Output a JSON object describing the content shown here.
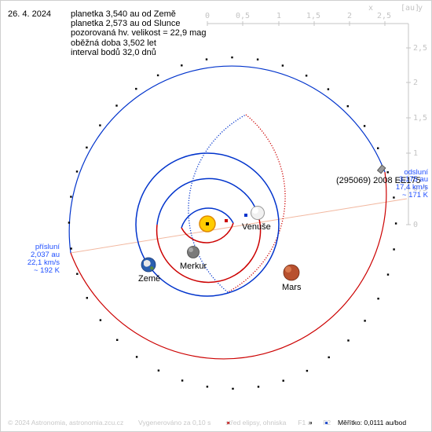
{
  "header": {
    "date": "26. 4. 2024",
    "info_lines": [
      "planetka 3,540 au od Země",
      "planetka 2,573 au od Slunce",
      "pozorovaná hv. velikost = 22,9 mag",
      "oběžná doba 3,502 let",
      "interval bodů 32,0 dnů"
    ]
  },
  "axes": {
    "x_label": "x",
    "unit_label": "[au]",
    "x_ticks": [
      "0",
      "0,5",
      "1",
      "1,5",
      "2",
      "2,5"
    ],
    "y_label": "y",
    "y_ticks": [
      "2,5",
      "2",
      "1,5",
      "1",
      "0,5",
      "0"
    ]
  },
  "bodies": {
    "sun": "",
    "mercury": "Merkur",
    "venus": "Venuše",
    "earth": "Země",
    "mars": "Mars",
    "asteroid": "(295069) 2008 EE175"
  },
  "perihelion": {
    "title": "přísluní",
    "distance": "2,037 au",
    "speed": "22,1 km/s",
    "temp": "~ 192 K"
  },
  "aphelion": {
    "title": "odsluní",
    "distance": "3,175 au",
    "speed": "17,4 km/s",
    "temp": "~ 171 K"
  },
  "footer": {
    "copyright": "© 2024 Astronomia, astronomia.zcu.cz",
    "generated": "Vygenerováno za 0,10 s",
    "legend_center": "střed elipsy, ohniska",
    "legend_f1": "F1 a",
    "legend_f2": "F2",
    "scale": "Měřítko: 0,0111 au/bod"
  },
  "colors": {
    "orbit_blue": "#0033cc",
    "orbit_red": "#cc0000",
    "axis_gray": "#c4c4c4",
    "line_salmon": "#f2b8a0",
    "label_blue": "#1f4fff"
  }
}
